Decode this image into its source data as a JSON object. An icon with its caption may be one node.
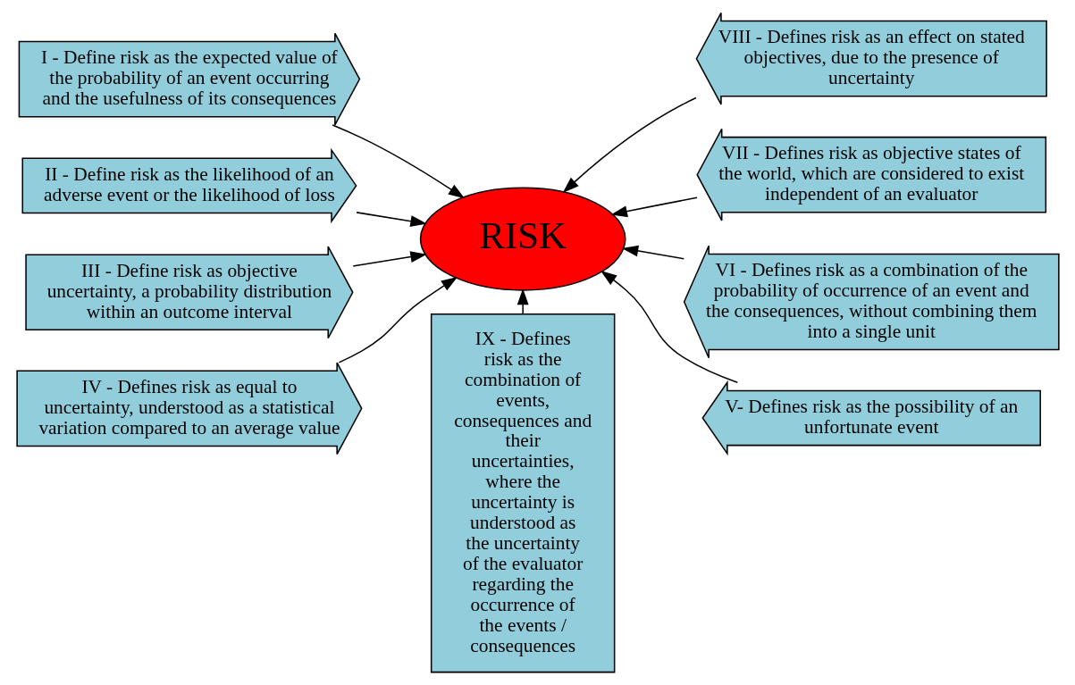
{
  "diagram": {
    "nodes": [
      {
        "text": [
          "I - Define risk as the expected value of the probability of an event occurring and the usefulness of its consequences"
        ]
      },
      {
        "text": [
          "II - Define risk as the likelihood of an adverse event or the likelihood of loss"
        ]
      },
      {
        "text": [
          "III - Define risk as objective uncertainty, a probability distribution within an outcome interval"
        ]
      },
      {
        "text": [
          "IV - Defines risk as equal to uncertainty, understood as a statistical variation compared to an average value"
        ]
      },
      {
        "text": [
          "IX - Defines risk as the combination of events, consequences and their uncertainties, where the uncertainty is understood as the uncertainty of the evaluator regarding the occurrence of the events / consequences"
        ]
      },
      {
        "text": [
          "VIII - Defines risk as an effect on stated objectives, due to the presence of uncertainty"
        ]
      },
      {
        "text": [
          "VII - Defines risk as objective states of the world, which are considered to exist independent of an evaluator"
        ]
      },
      {
        "text": [
          "VI - Defines risk as a combination of the probability of occurrence of an event and the consequences, without combining them into a single unit"
        ]
      },
      {
        "text": [
          "V- Defines risk as the possibility of an unfortunate event"
        ]
      },
      {
        "text": [
          "RISK"
        ]
      }
    ],
    "edges": [
      {
        "from": 0,
        "to": 9,
        "arrow": "to"
      },
      {
        "from": 1,
        "to": 9,
        "arrow": "to"
      },
      {
        "from": 2,
        "to": 9,
        "arrow": "to"
      },
      {
        "from": 3,
        "to": 9,
        "arrow": "to"
      },
      {
        "from": 4,
        "to": 9,
        "arrow": "to"
      },
      {
        "from": 5,
        "to": 9,
        "arrow": "to"
      },
      {
        "from": 6,
        "to": 9,
        "arrow": "to"
      },
      {
        "from": 7,
        "to": 9,
        "arrow": "to"
      },
      {
        "from": 8,
        "to": 9,
        "arrow": "to"
      }
    ]
  }
}
